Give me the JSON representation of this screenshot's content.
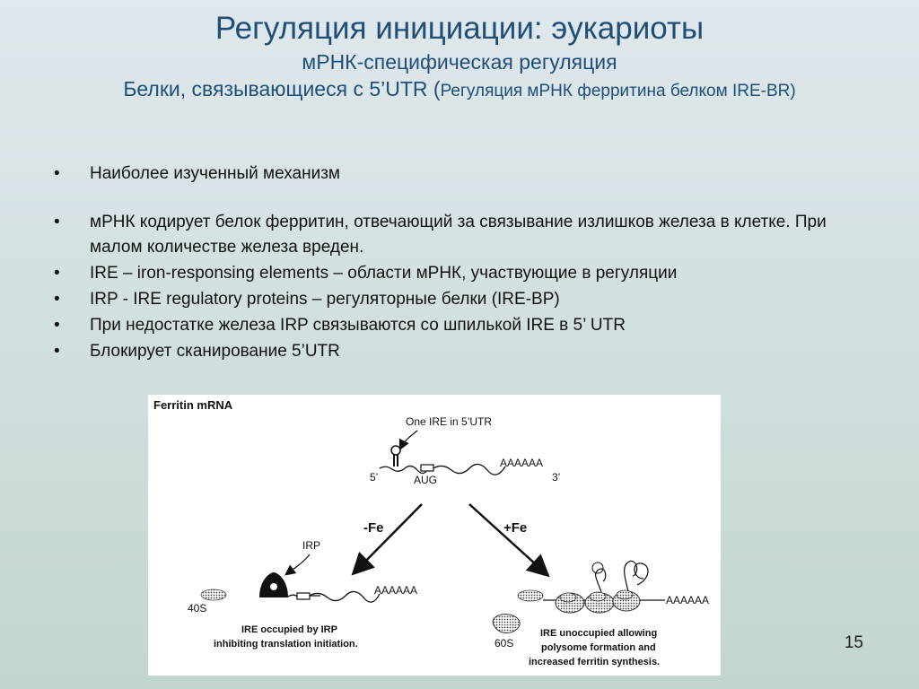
{
  "slide": {
    "title": "Регуляция инициации: эукариоты",
    "subtitle": "мРНК-специфическая регуляция",
    "subtitle2_main": "Белки, связывающиеся с 5’UTR (",
    "subtitle2_small": "Регуляция мРНК ферритина белком IRE-BR)",
    "page_number": "15"
  },
  "bullets": [
    "Наиболее изученный механизм",
    "мРНК кодирует белок ферритин, отвечающий за связывание излишков железа в клетке. При малом количестве железа вреден.",
    "IRE – iron-responsing elements – области мРНК, участвующие в регуляции",
    "IRP - IRE regulatory proteins – регуляторные белки (IRE-BP)",
    "При недостатке железа IRP связываются со шпилькой IRE в 5’ UTR",
    "Блокирует сканирование 5’UTR"
  ],
  "figure": {
    "title": "Ferritin mRNA",
    "one_ire_label": "One IRE in 5’UTR",
    "five_prime": "5’",
    "three_prime": "3’",
    "aug": "AUG",
    "polya_top": "AAAAAA",
    "minus_fe": "-Fe",
    "plus_fe": "+Fe",
    "irp": "IRP",
    "polya_left": "AAAAAA",
    "polya_right": "AAAAAA",
    "s40": "40S",
    "s60": "60S",
    "caption_left_1": "IRE occupied by IRP",
    "caption_left_2": "inhibiting translation initiation.",
    "caption_right_1": "IRE unoccupied allowing",
    "caption_right_2": "polysome formation and",
    "caption_right_3": "increased ferritin synthesis."
  }
}
